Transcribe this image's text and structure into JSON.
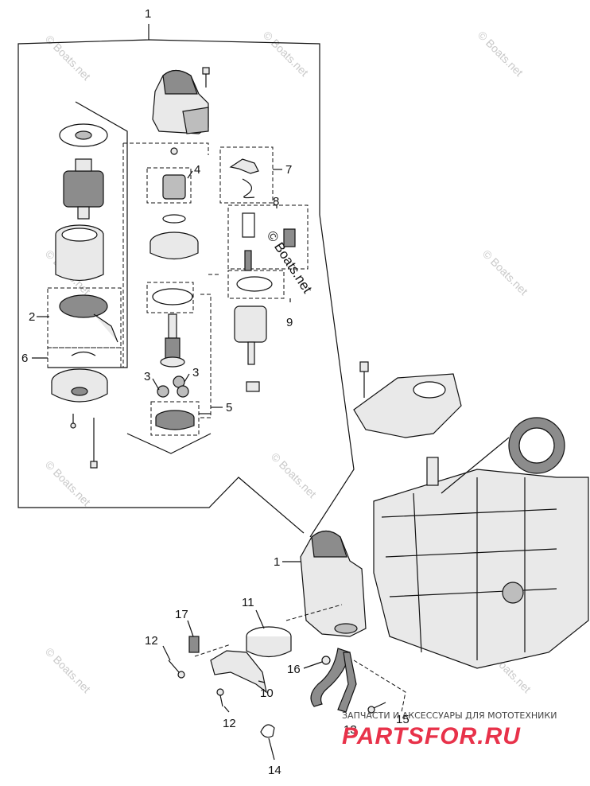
{
  "watermark": "© Boats.net",
  "brand": {
    "tagline": "ЗАПЧАСТИ И АКСЕССУАРЫ ДЛЯ МОТОТЕХНИКИ",
    "name": "PARTSFOR.RU"
  },
  "callouts": {
    "c1_top": "1",
    "c1": "1",
    "c2": "2",
    "c3a": "3",
    "c3b": "3",
    "c4": "4",
    "c5": "5",
    "c6": "6",
    "c7": "7",
    "c8": "8",
    "c9": "9",
    "c10": "10",
    "c11": "11",
    "c12a": "12",
    "c12b": "12",
    "c13": "13",
    "c14": "14",
    "c15": "15",
    "c16": "16",
    "c17": "17"
  }
}
